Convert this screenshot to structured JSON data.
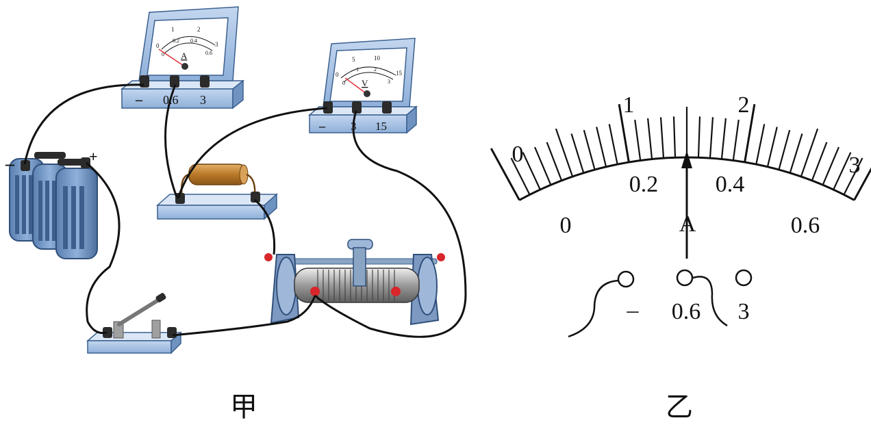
{
  "left_figure": {
    "caption": "甲",
    "ammeter": {
      "unit": "A",
      "scale_top": [
        "0",
        "1",
        "2",
        "3"
      ],
      "scale_bottom": [
        "0",
        "0.2",
        "0.4",
        "0.6"
      ],
      "terminals": [
        "–",
        "0.6",
        "3"
      ]
    },
    "voltmeter": {
      "unit": "V",
      "scale_top": [
        "0",
        "5",
        "10",
        "15"
      ],
      "scale_bottom": [
        "0",
        "1",
        "2",
        "3"
      ],
      "terminals": [
        "–",
        "3",
        "15"
      ]
    },
    "battery": {
      "neg_label": "–",
      "pos_label": "+"
    }
  },
  "right_figure": {
    "caption": "乙",
    "unit": "A",
    "scale_top": [
      "0",
      "1",
      "2",
      "3"
    ],
    "scale_bottom": [
      "0",
      "0.2",
      "0.4",
      "0.6"
    ],
    "pointer_reading_small_scale": 0.3,
    "terminals": [
      "–",
      "0.6",
      "3"
    ]
  },
  "colors": {
    "ink": "#111111",
    "meter_body": "#a9c4e4",
    "meter_body_dark": "#6f93c0",
    "resistor": "#c88a3a",
    "terminal": "#2b2b2b",
    "red_knob": "#d8262b"
  }
}
